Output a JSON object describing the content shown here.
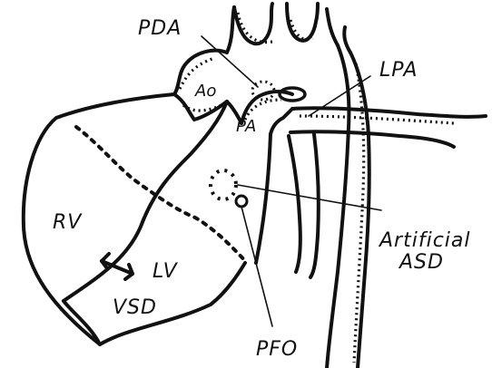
{
  "labels": {
    "pda": "PDA",
    "ao": "Ao",
    "lpa": "LPA",
    "pa": "PA",
    "rv": "RV",
    "lv": "LV",
    "vsd": "VSD",
    "artificial": "Artificial",
    "asd": "ASD",
    "pfo": "PFO"
  },
  "colors": {
    "ink": "#111111",
    "paper": "#ffffff"
  }
}
